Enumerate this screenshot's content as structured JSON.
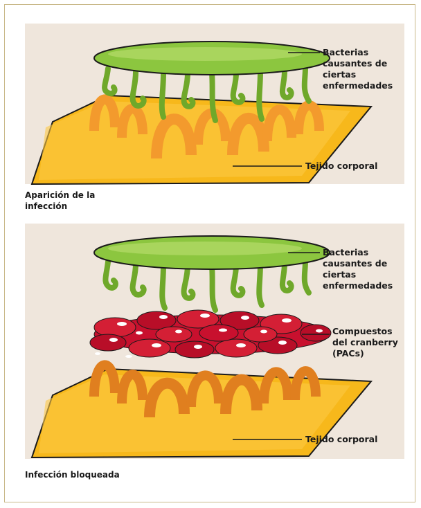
{
  "top_panel": {
    "bacteria_label": "Bacterias\ncausantes de\nciertas\nenfermedades",
    "tissue_label": "Tejido corporal",
    "caption": "Aparición de la\ninfección"
  },
  "bottom_panel": {
    "bacteria_label": "Bacterias\ncausantes de\nciertas\nenfermedades",
    "compounds_label": "Compuestos\ndel cranberry\n(PACs)",
    "tissue_label": "Tejido corporal",
    "caption": "Infección bloqueada"
  },
  "colors": {
    "bacteria_green": "#8cc63f",
    "tissue_yellow": "#f7b81b",
    "receptor_orange": "#f39a2d",
    "cranberry_red": "#c8102e",
    "panel_bg": "#efe6dc"
  }
}
